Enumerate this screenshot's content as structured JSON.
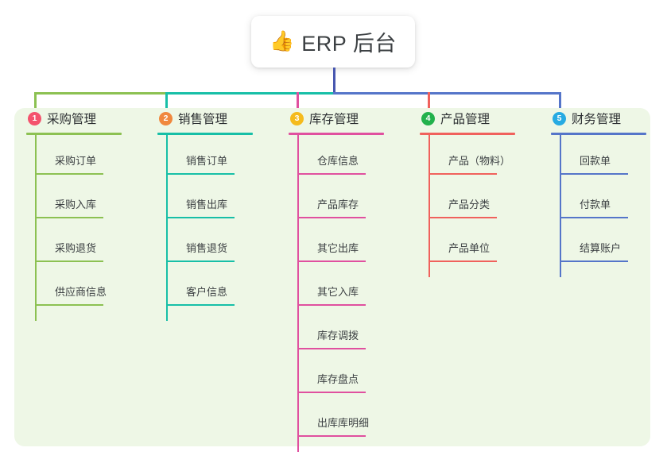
{
  "root": {
    "icon": "thumbs-up-icon",
    "emoji": "👍",
    "title": "ERP 后台"
  },
  "panel": {
    "background": "#eef7e6"
  },
  "connector": {
    "trunk_color": "#4857b0",
    "segments": [
      {
        "name": "bar-green",
        "color": "#8cc152"
      },
      {
        "name": "bar-teal",
        "color": "#17bfa7"
      },
      {
        "name": "bar-blue",
        "color": "#4857b0"
      }
    ]
  },
  "columns": [
    {
      "id": "purchase",
      "number": "1",
      "title": "采购管理",
      "badge_color": "#f4536d",
      "line_color": "#8cc152",
      "drop_color": "#8cc152",
      "items": [
        "采购订单",
        "采购入库",
        "采购退货",
        "供应商信息"
      ]
    },
    {
      "id": "sales",
      "number": "2",
      "title": "销售管理",
      "badge_color": "#f0883e",
      "line_color": "#17bfa7",
      "drop_color": "#17bfa7",
      "items": [
        "销售订单",
        "销售出库",
        "销售退货",
        "客户信息"
      ]
    },
    {
      "id": "inventory",
      "number": "3",
      "title": "库存管理",
      "badge_color": "#f5bb1d",
      "line_color": "#e0509f",
      "drop_color": "#e0509f",
      "items": [
        "仓库信息",
        "产品库存",
        "其它出库",
        "其它入库",
        "库存调拨",
        "库存盘点",
        "出库库明细"
      ]
    },
    {
      "id": "product",
      "number": "4",
      "title": "产品管理",
      "badge_color": "#22b14c",
      "line_color": "#f0615c",
      "drop_color": "#f0615c",
      "items": [
        "产品（物料）",
        "产品分类",
        "产品单位"
      ]
    },
    {
      "id": "finance",
      "number": "5",
      "title": "财务管理",
      "badge_color": "#27abe2",
      "line_color": "#5575c9",
      "drop_color": "#5575c9",
      "items": [
        "回款单",
        "付款单",
        "结算账户"
      ]
    }
  ]
}
